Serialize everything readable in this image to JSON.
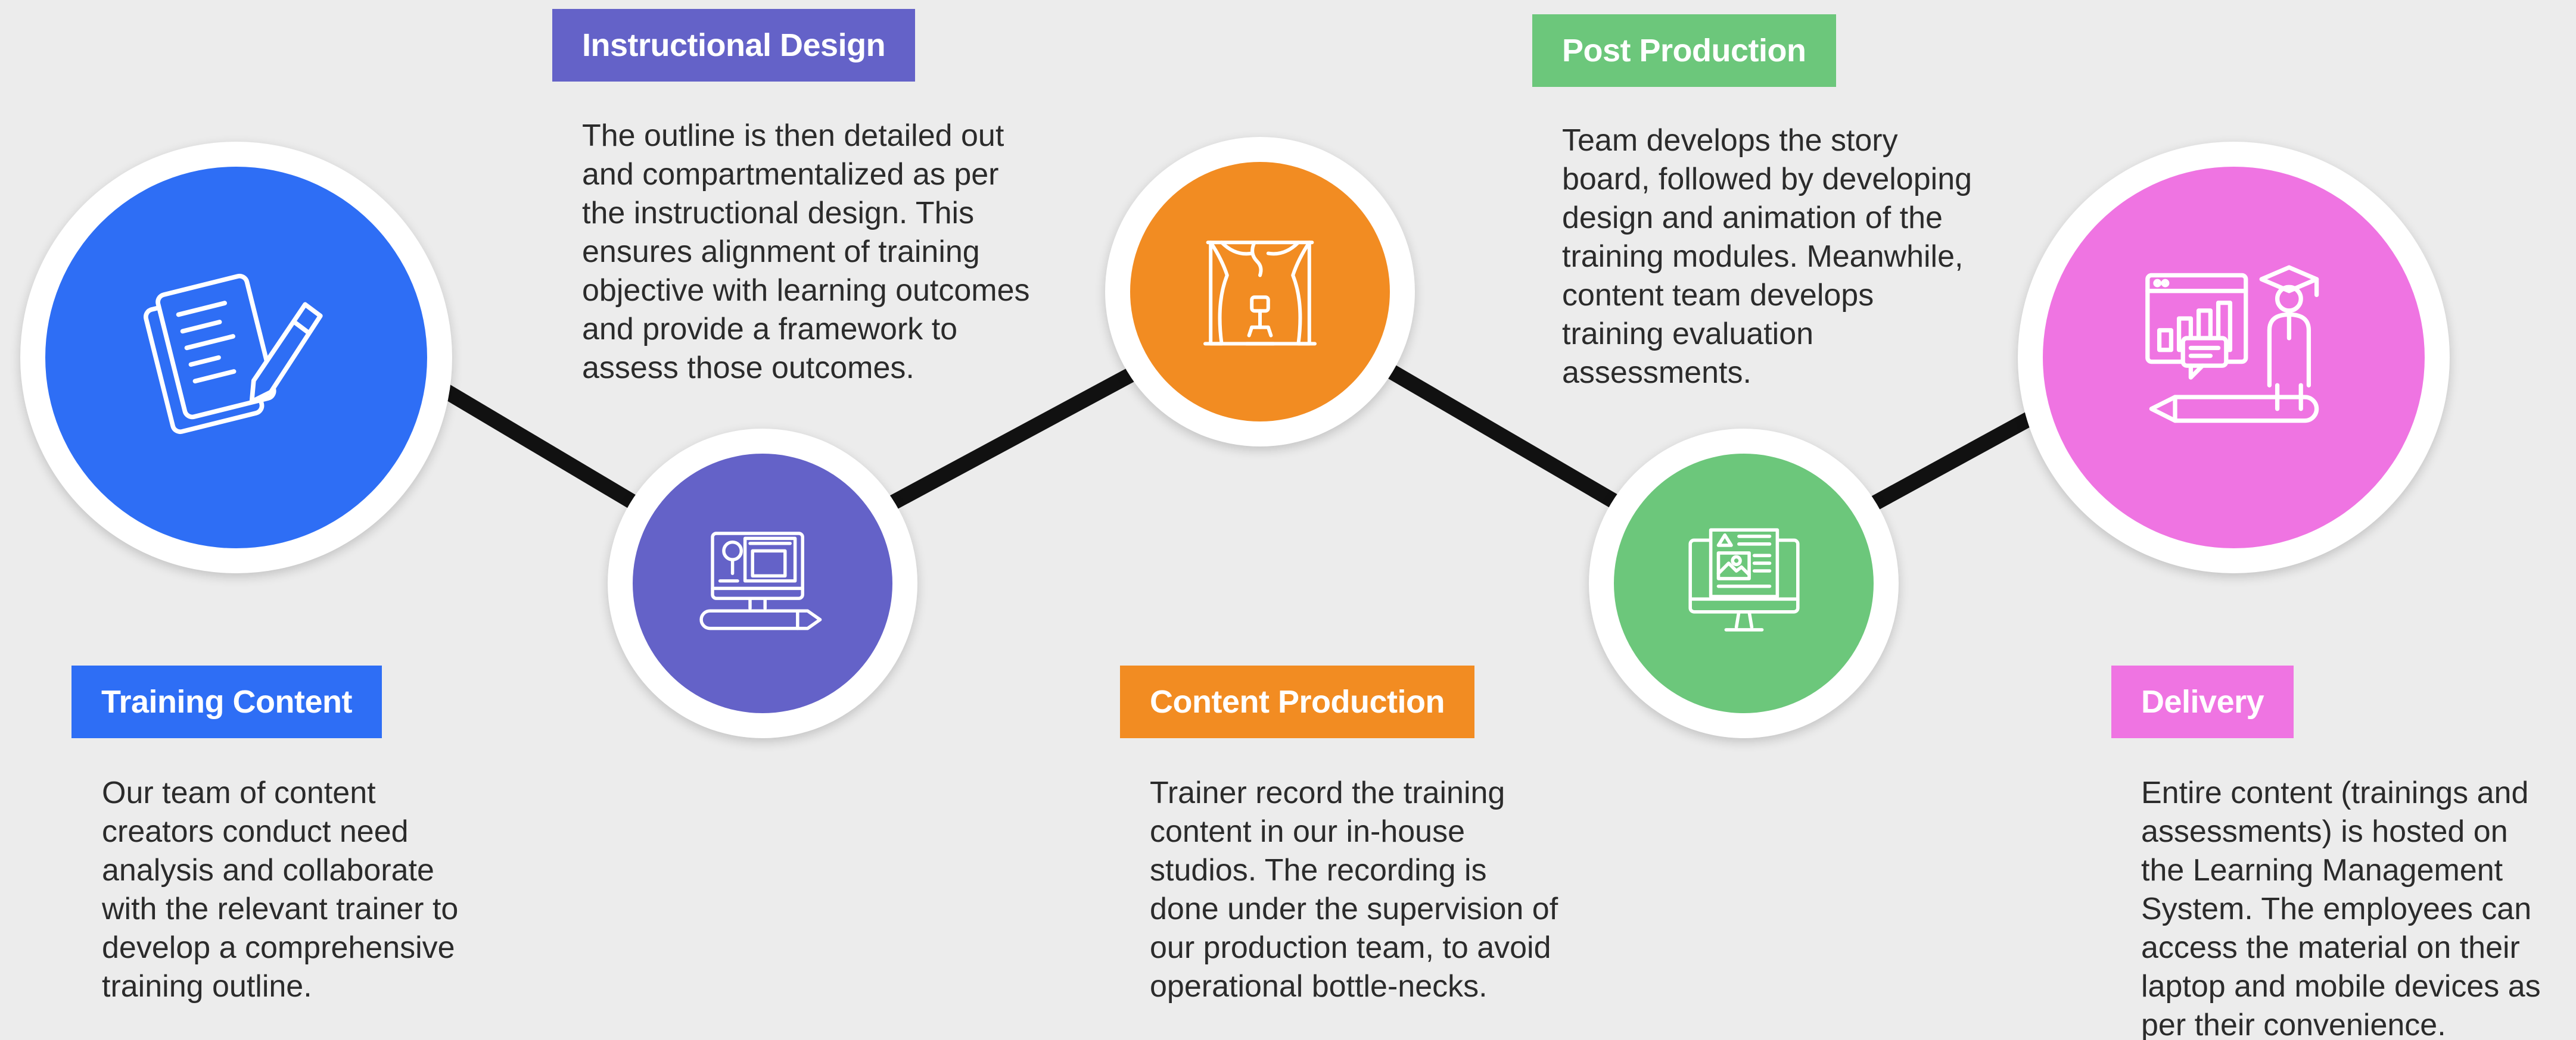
{
  "colors": {
    "blue": "#2e6ef5",
    "purple": "#6462c8",
    "orange": "#f28c22",
    "green": "#6cc77b",
    "pink": "#ef74e2",
    "connector": "#111111",
    "background": "#ececec"
  },
  "steps": [
    {
      "title": "Training Content",
      "icon": "documents-pencil-icon",
      "description": [
        "Our team of content",
        "creators conduct need",
        "analysis and collaborate",
        "with the relevant trainer to",
        "develop a comprehensive",
        "training outline."
      ]
    },
    {
      "title": "Instructional Design",
      "icon": "computer-design-pencil-icon",
      "description": [
        "The outline is then detailed out",
        "and compartmentalized as per",
        "the instructional design. This",
        "ensures alignment of training",
        "objective with learning outcomes",
        "and provide a framework to",
        "assess those outcomes."
      ]
    },
    {
      "title": "Content Production",
      "icon": "studio-stage-microphone-icon",
      "description": [
        "Trainer record the training",
        "content in our in-house",
        "studios. The recording is",
        "done under the supervision of",
        "our production team, to avoid",
        "operational bottle-necks."
      ]
    },
    {
      "title": "Post Production",
      "icon": "monitor-editing-icon",
      "description": [
        "Team develops the story",
        "board, followed by developing",
        "design and animation of the",
        "training modules. Meanwhile,",
        "content team develops",
        "training evaluation",
        "assessments."
      ]
    },
    {
      "title": "Delivery",
      "icon": "graduate-dashboard-icon",
      "description": [
        "Entire content (trainings and",
        "assessments) is hosted on",
        "the Learning Management",
        "System. The employees can",
        "access the material on their",
        "laptop and mobile devices as",
        "per their convenience."
      ]
    }
  ]
}
